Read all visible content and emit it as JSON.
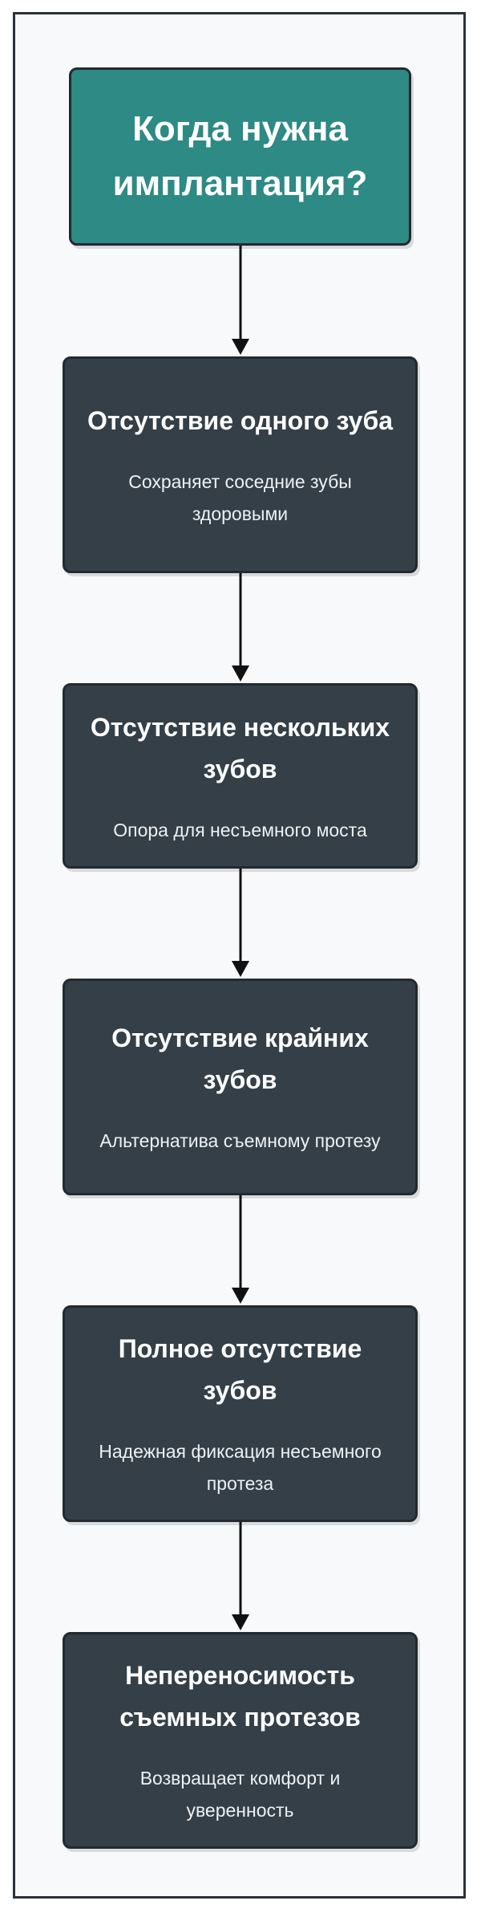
{
  "title": "Когда нужна имплантация?",
  "cards": [
    {
      "heading": "Отсутствие одного зуба",
      "desc": "Сохраняет соседние зубы здоровыми"
    },
    {
      "heading": "Отсутствие нескольких зубов",
      "desc": "Опора для несъемного моста"
    },
    {
      "heading": "Отсутствие крайних зубов",
      "desc": "Альтернатива съемному протезу"
    },
    {
      "heading": "Полное отсутствие зубов",
      "desc": "Надежная фиксация несъемного протеза"
    },
    {
      "heading": "Непереносимость съемных протезов",
      "desc": "Возвращает комфорт и уверенность"
    }
  ],
  "colors": {
    "title_fill": "#2d8a85",
    "card_fill": "#343f48",
    "border": "#222a30",
    "background": "#f8f9fb"
  }
}
